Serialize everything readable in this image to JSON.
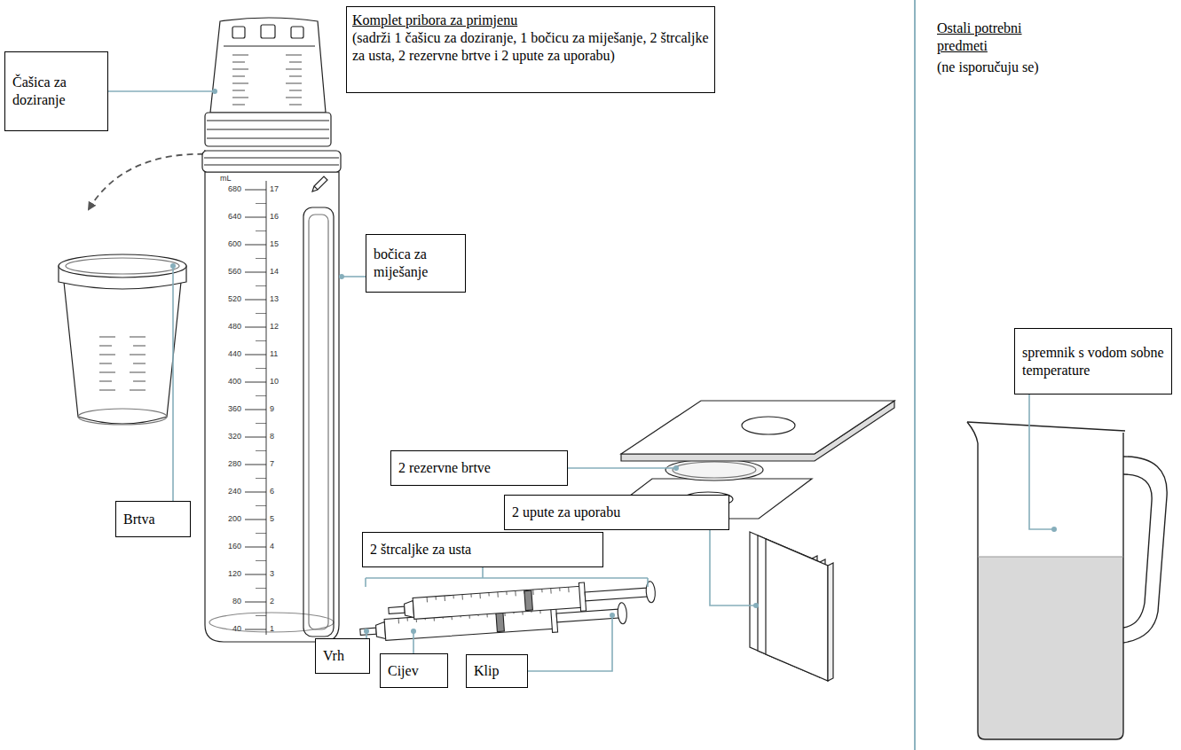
{
  "diagram": {
    "nodes": [
      {
        "text": [
          "Čašica za doziranje"
        ]
      },
      {
        "text": [
          "Komplet pribora za primjenu",
          "(sadrži 1 čašicu za doziranje, 1 bočicu za miješanje, 2 štrcaljke za usta, 2 rezervne brtve i 2 upute za uporabu)"
        ]
      },
      {
        "text": [
          "bočica za miješanje"
        ]
      },
      {
        "text": [
          "spremnik s vodom sobne temperature"
        ]
      },
      {
        "text": [
          "2 rezervne brtve"
        ]
      },
      {
        "text": [
          "Brtva"
        ]
      },
      {
        "text": [
          "2 upute za uporabu"
        ]
      },
      {
        "text": [
          "2 štrcaljke za usta"
        ]
      },
      {
        "text": [
          "Vrh"
        ]
      },
      {
        "text": [
          "Cijev"
        ]
      },
      {
        "text": [
          "Klip"
        ]
      }
    ],
    "labels": [
      "Ostali potrebni predmeti",
      "(ne isporučuju se)",
      "mL",
      "680",
      "17",
      "640",
      "16",
      "600",
      "15",
      "560",
      "14",
      "520",
      "13",
      "480",
      "12",
      "440",
      "11",
      "400",
      "10",
      "360",
      "9",
      "320",
      "8",
      "280",
      "7",
      "240",
      "6",
      "200",
      "5",
      "160",
      "4",
      "120",
      "3",
      "80",
      "2",
      "40",
      "1"
    ]
  }
}
